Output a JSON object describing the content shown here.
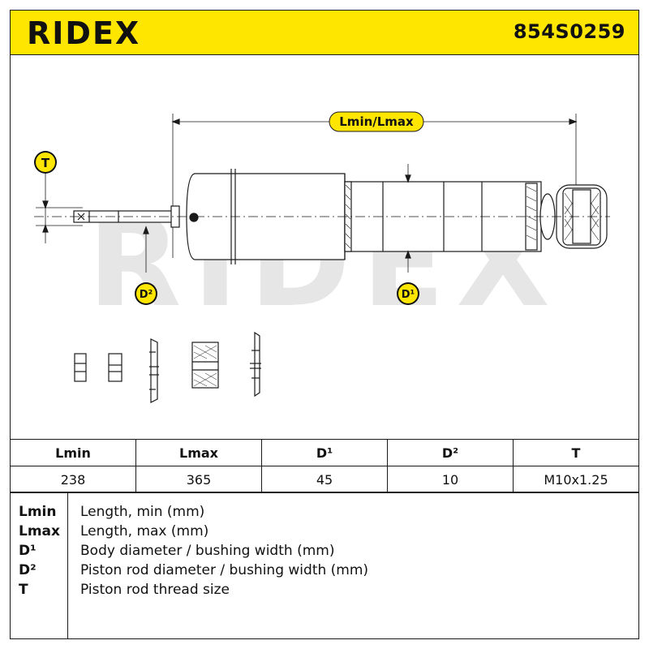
{
  "header": {
    "brand": "RIDEX",
    "part_number": "854S0259"
  },
  "drawing": {
    "watermark": "RIDEX",
    "labels": {
      "length": "Lmin/Lmax",
      "thread": "T",
      "rod_diameter": "D²",
      "body_diameter": "D¹"
    }
  },
  "spec_table": {
    "headers": [
      "Lmin",
      "Lmax",
      "D¹",
      "D²",
      "T"
    ],
    "values": [
      "238",
      "365",
      "45",
      "10",
      "M10x1.25"
    ]
  },
  "legend": [
    {
      "abbr": "Lmin",
      "desc": "Length, min (mm)"
    },
    {
      "abbr": "Lmax",
      "desc": "Length, max (mm)"
    },
    {
      "abbr": "D¹",
      "desc": "Body diameter / bushing width (mm)"
    },
    {
      "abbr": "D²",
      "desc": "Piston rod diameter / bushing width (mm)"
    },
    {
      "abbr": "T",
      "desc": "Piston rod thread size"
    }
  ],
  "colors": {
    "accent": "#ffe600",
    "ink": "#1a1a1a",
    "watermark": "#e6e6e6"
  }
}
